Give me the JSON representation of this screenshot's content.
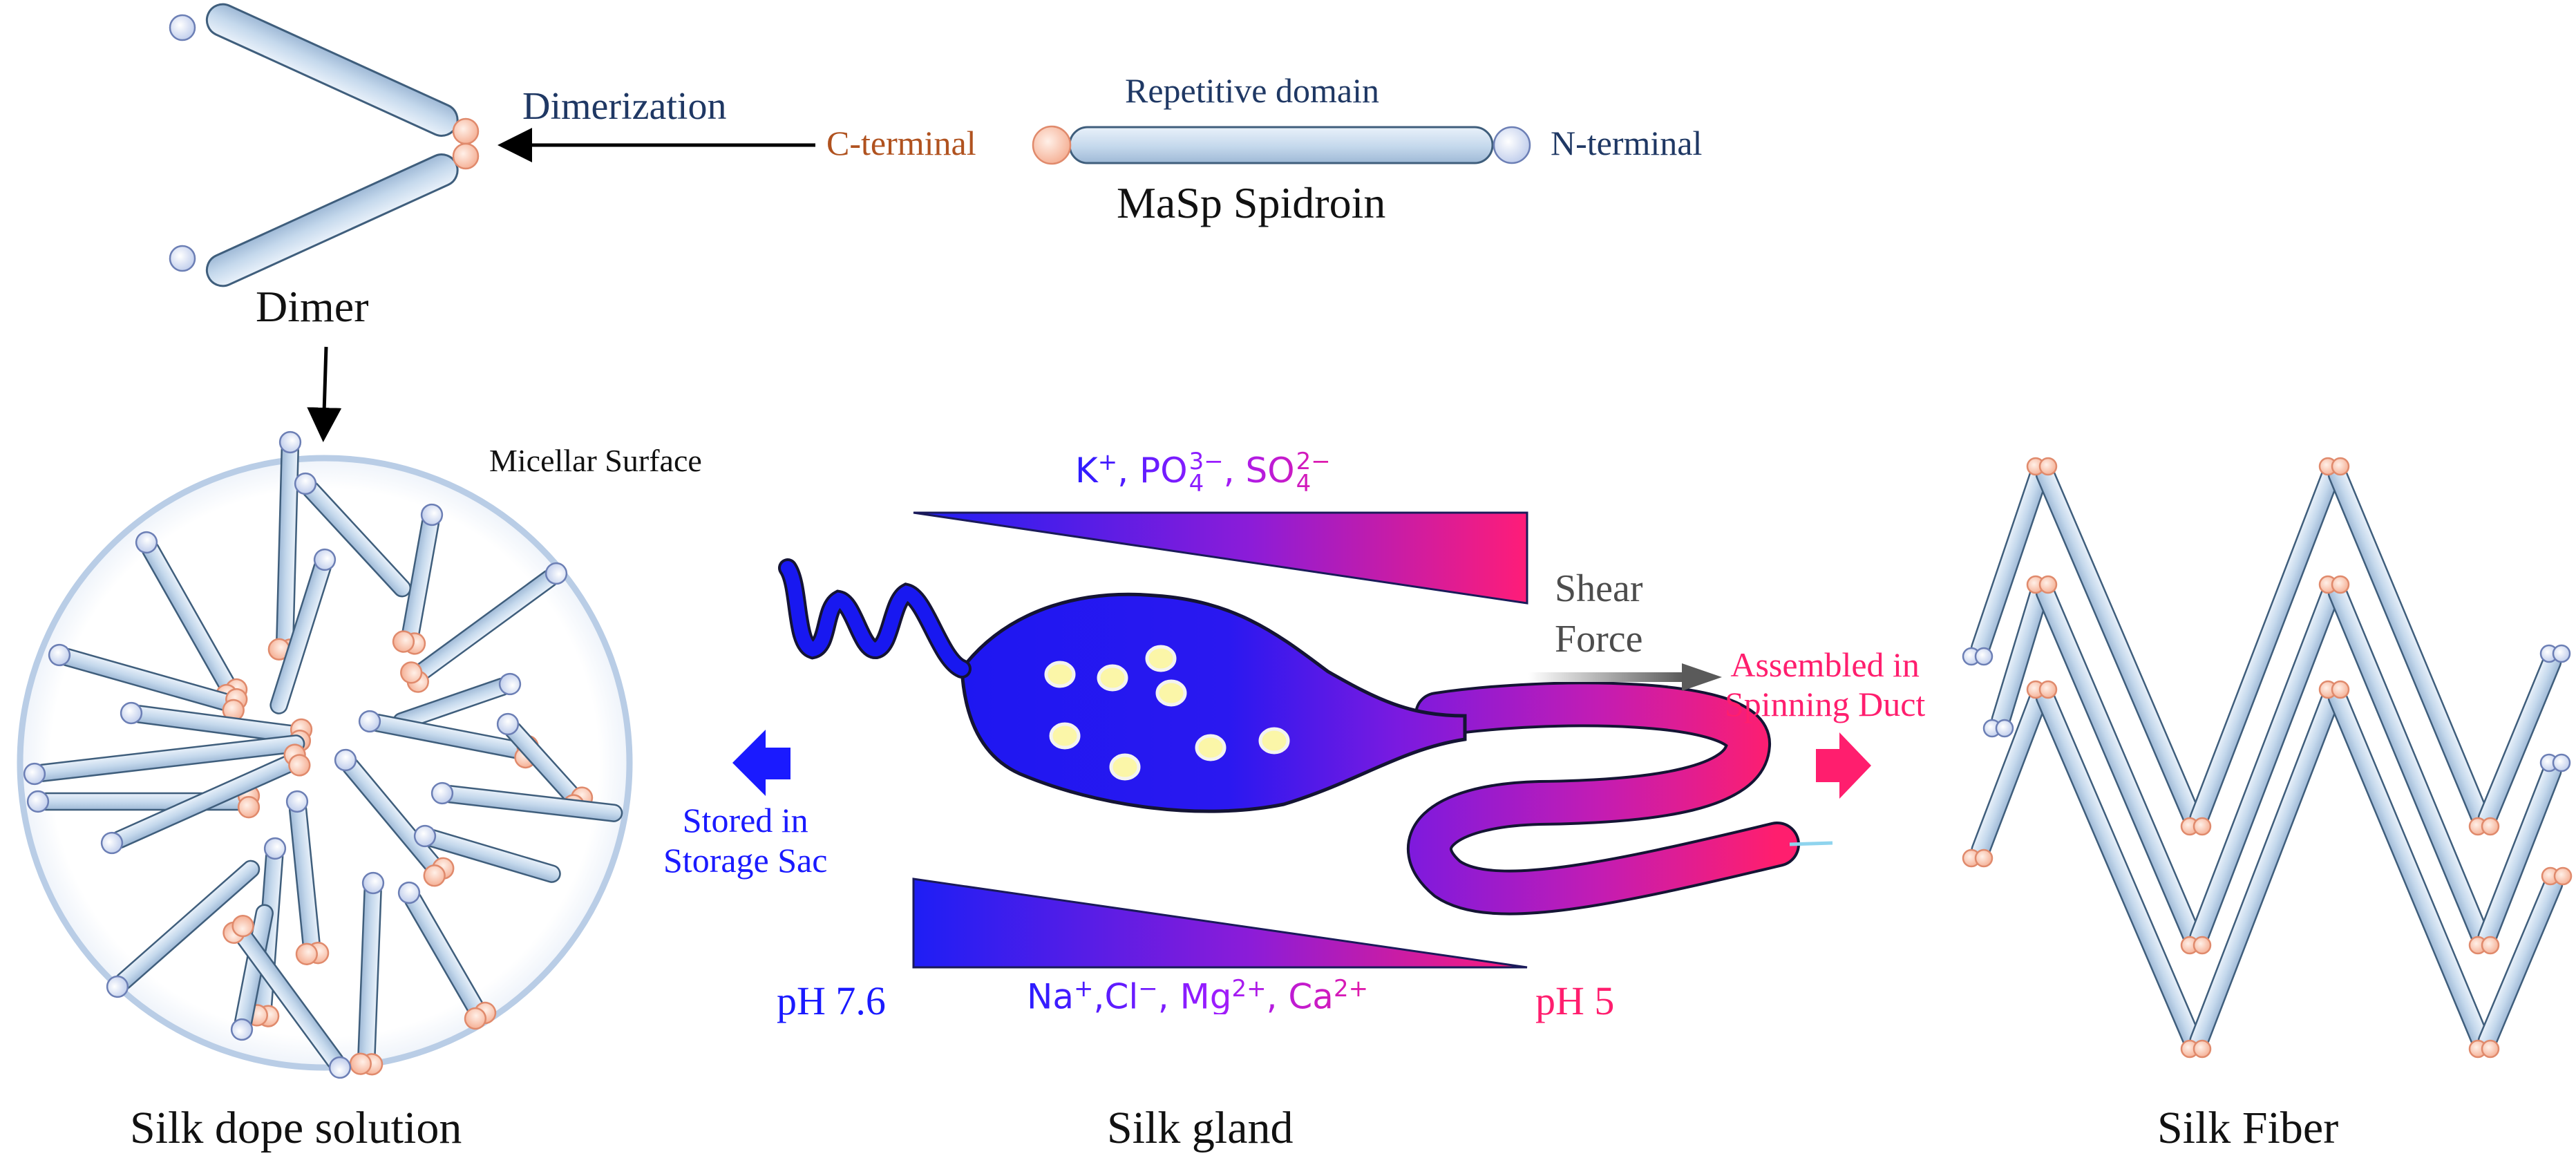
{
  "top": {
    "dimerization": "Dimerization",
    "repetitive_domain": "Repetitive domain",
    "c_terminal": "C-terminal",
    "n_terminal": "N-terminal",
    "spidroin": "MaSp Spidroin",
    "dimer": "Dimer"
  },
  "left": {
    "micellar_surface": "Micellar Surface",
    "title": "Silk dope solution"
  },
  "center": {
    "title": "Silk gland",
    "stored_line1": "Stored in",
    "stored_line2": "Storage Sac",
    "shear_line1": "Shear",
    "shear_line2": "Force",
    "assembled_line1": "Assembled in",
    "assembled_line2": "Spinning Duct",
    "ph_high": "pH 7.6",
    "ph_low": "pH 5",
    "ions_top": {
      "k": "K",
      "k_charge": "+",
      "po": "PO",
      "po_sub": "4",
      "po_charge": "3−",
      "so": "SO",
      "so_sub": "4",
      "so_charge": "2−",
      "sep": ", "
    },
    "ions_bottom": {
      "na": "Na",
      "na_charge": "+",
      "cl": "Cl",
      "cl_charge": "−",
      "mg": "Mg",
      "mg_charge": "2+",
      "ca": "Ca",
      "ca_charge": "2+",
      "sep1": ",",
      "sep": ", "
    }
  },
  "right": {
    "title": "Silk Fiber"
  },
  "colors": {
    "rod_fill": "#c9dcee",
    "rod_stroke": "#3f5e7c",
    "c_terminal": "#f6b59a",
    "n_terminal": "#d5def4",
    "gland_blue": "#1616f5",
    "gland_pink": "#ff1e6e",
    "circle_border": "#b9cde6"
  }
}
